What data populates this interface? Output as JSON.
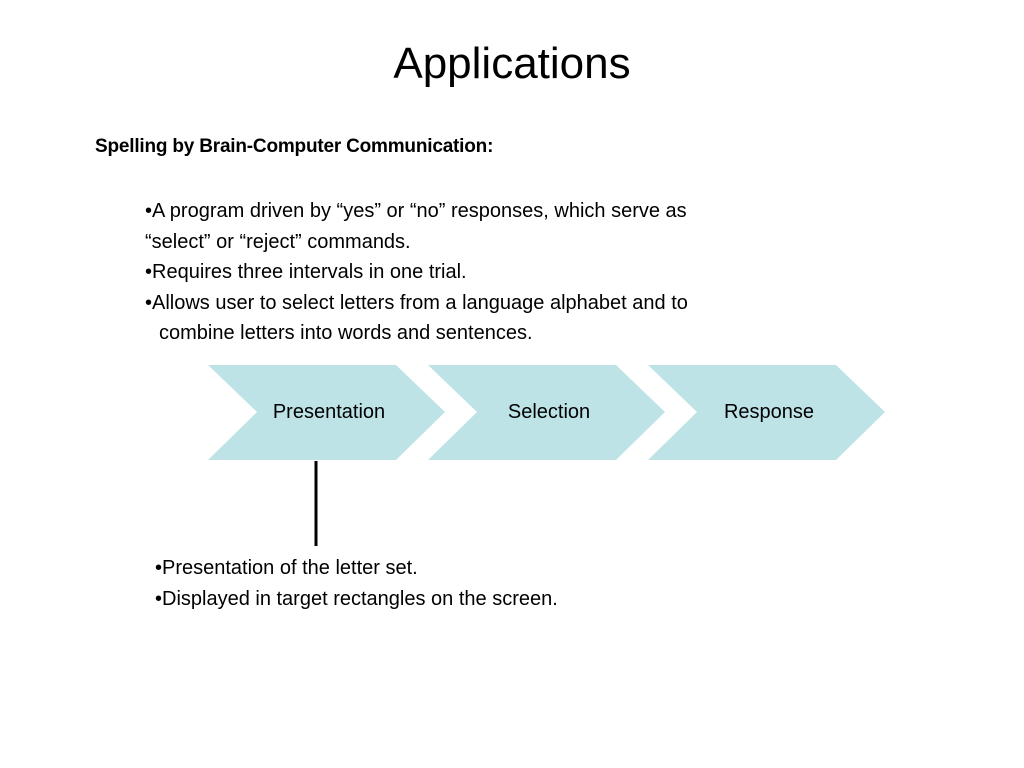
{
  "slide": {
    "title": "Applications",
    "subtitle": "Spelling by Brain-Computer Communication:"
  },
  "bullets_top": [
    "•A program driven by “yes” or “no” responses, which serve as",
    "“select” or “reject” commands.",
    "•Requires three intervals in one trial.",
    "•Allows user to select letters from a language alphabet and to",
    "combine letters into words and sentences."
  ],
  "process": {
    "fill_color": "#bde3e6",
    "connector_color": "#000000",
    "steps": [
      {
        "label": "Presentation"
      },
      {
        "label": "Selection"
      },
      {
        "label": "Response"
      }
    ]
  },
  "bullets_bottom": [
    "•Presentation of the letter set.",
    "•Displayed in target rectangles on the screen."
  ]
}
